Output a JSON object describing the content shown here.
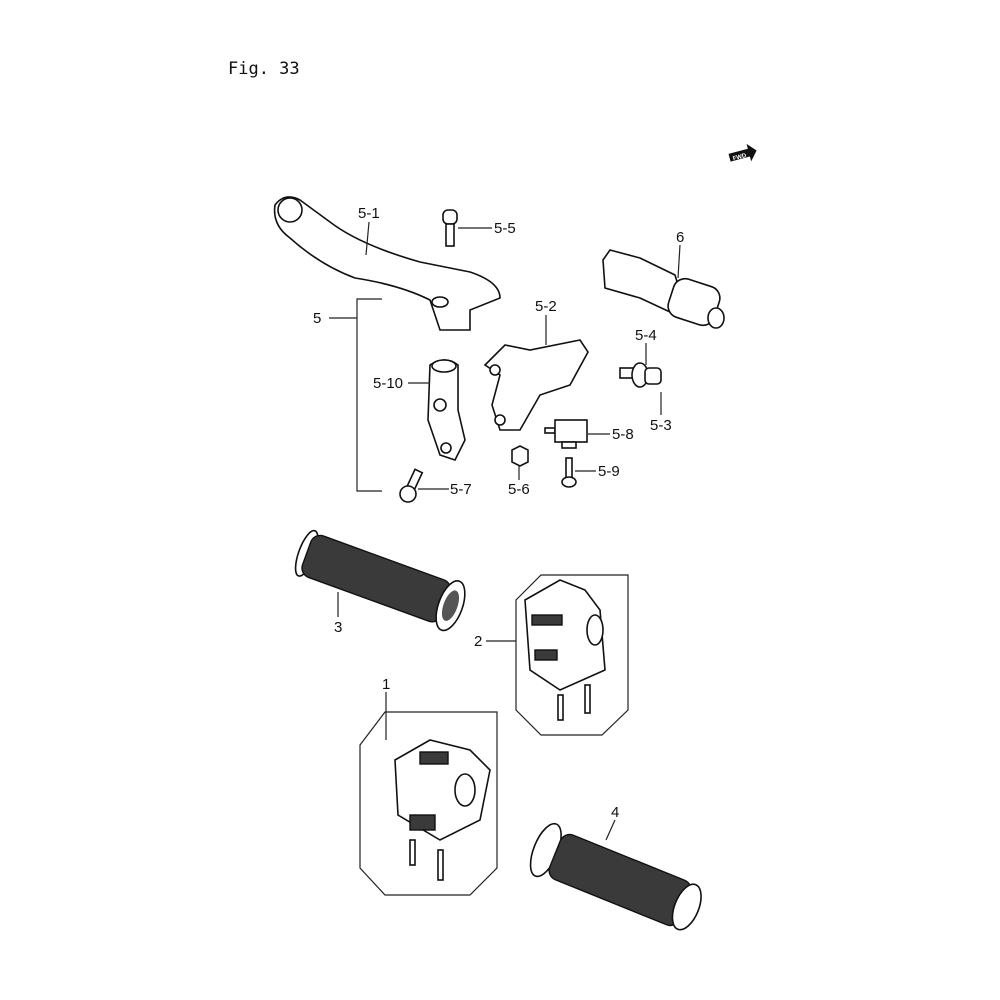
{
  "figure_title": "Fig. 33",
  "fwd_badge": "FWD",
  "callouts": {
    "p5_1": "5-1",
    "p5_5": "5-5",
    "p6": "6",
    "p5": "5",
    "p5_2": "5-2",
    "p5_4": "5-4",
    "p5_10": "5-10",
    "p5_3": "5-3",
    "p5_8": "5-8",
    "p5_6": "5-6",
    "p5_9": "5-9",
    "p5_7": "5-7",
    "p3": "3",
    "p2": "2",
    "p1": "1",
    "p4": "4"
  }
}
